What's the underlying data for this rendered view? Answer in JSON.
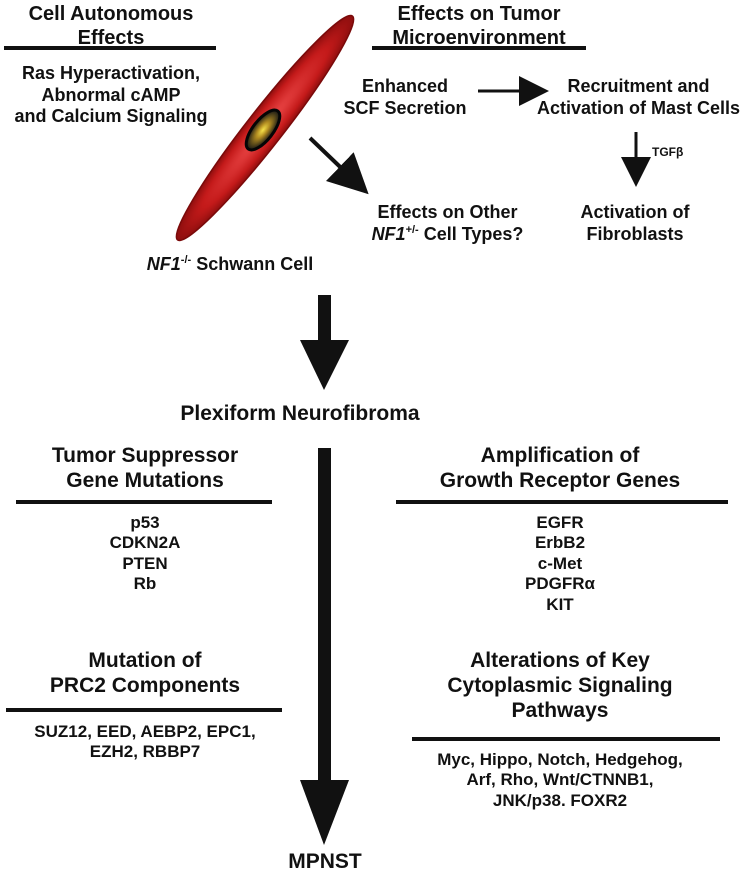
{
  "cell_autonomous": {
    "title_lines": [
      "Cell Autonomous",
      "Effects"
    ],
    "body_lines": [
      "Ras Hyperactivation,",
      "Abnormal cAMP",
      "and Calcium Signaling"
    ]
  },
  "microenvironment": {
    "title_lines": [
      "Effects on Tumor",
      "Microenvironment"
    ],
    "scf_lines": [
      "Enhanced",
      "SCF Secretion"
    ],
    "mast_lines": [
      "Recruitment and",
      "Activation of Mast Cells"
    ],
    "tgf_label": "TGFβ",
    "fibro_lines": [
      "Activation of",
      "Fibroblasts"
    ],
    "other_lines": [
      "Effects on Other"
    ],
    "other_gene": "NF1",
    "other_sup": "+/-",
    "other_suffix": " Cell Types?"
  },
  "schwann": {
    "gene": "NF1",
    "sup": "-/-",
    "suffix": " Schwann Cell"
  },
  "plexiform": "Plexiform Neurofibroma",
  "tumor_suppressor": {
    "title_lines": [
      "Tumor Suppressor",
      "Gene Mutations"
    ],
    "items": [
      "p53",
      "CDKN2A",
      "PTEN",
      "Rb"
    ]
  },
  "prc2": {
    "title_lines": [
      "Mutation of",
      "PRC2 Components"
    ],
    "items": [
      "SUZ12, EED, AEBP2, EPC1,",
      "EZH2, RBBP7"
    ]
  },
  "growth_receptor": {
    "title_lines": [
      "Amplification of",
      "Growth Receptor Genes"
    ],
    "items": [
      "EGFR",
      "ErbB2",
      "c-Met",
      "PDGFRα",
      "KIT"
    ]
  },
  "cytoplasmic": {
    "title_lines": [
      "Alterations of Key",
      "Cytoplasmic Signaling",
      "Pathways"
    ],
    "items": [
      "Myc, Hippo, Notch, Hedgehog,",
      "Arf, Rho, Wnt/CTNNB1,",
      "JNK/p38. FOXR2"
    ]
  },
  "mpnst": "MPNST",
  "colors": {
    "cell_body": "#c41a1a",
    "cell_highlight": "#e84040",
    "nucleus": "#1a1a1a",
    "nucleolus": "#f0d020"
  }
}
